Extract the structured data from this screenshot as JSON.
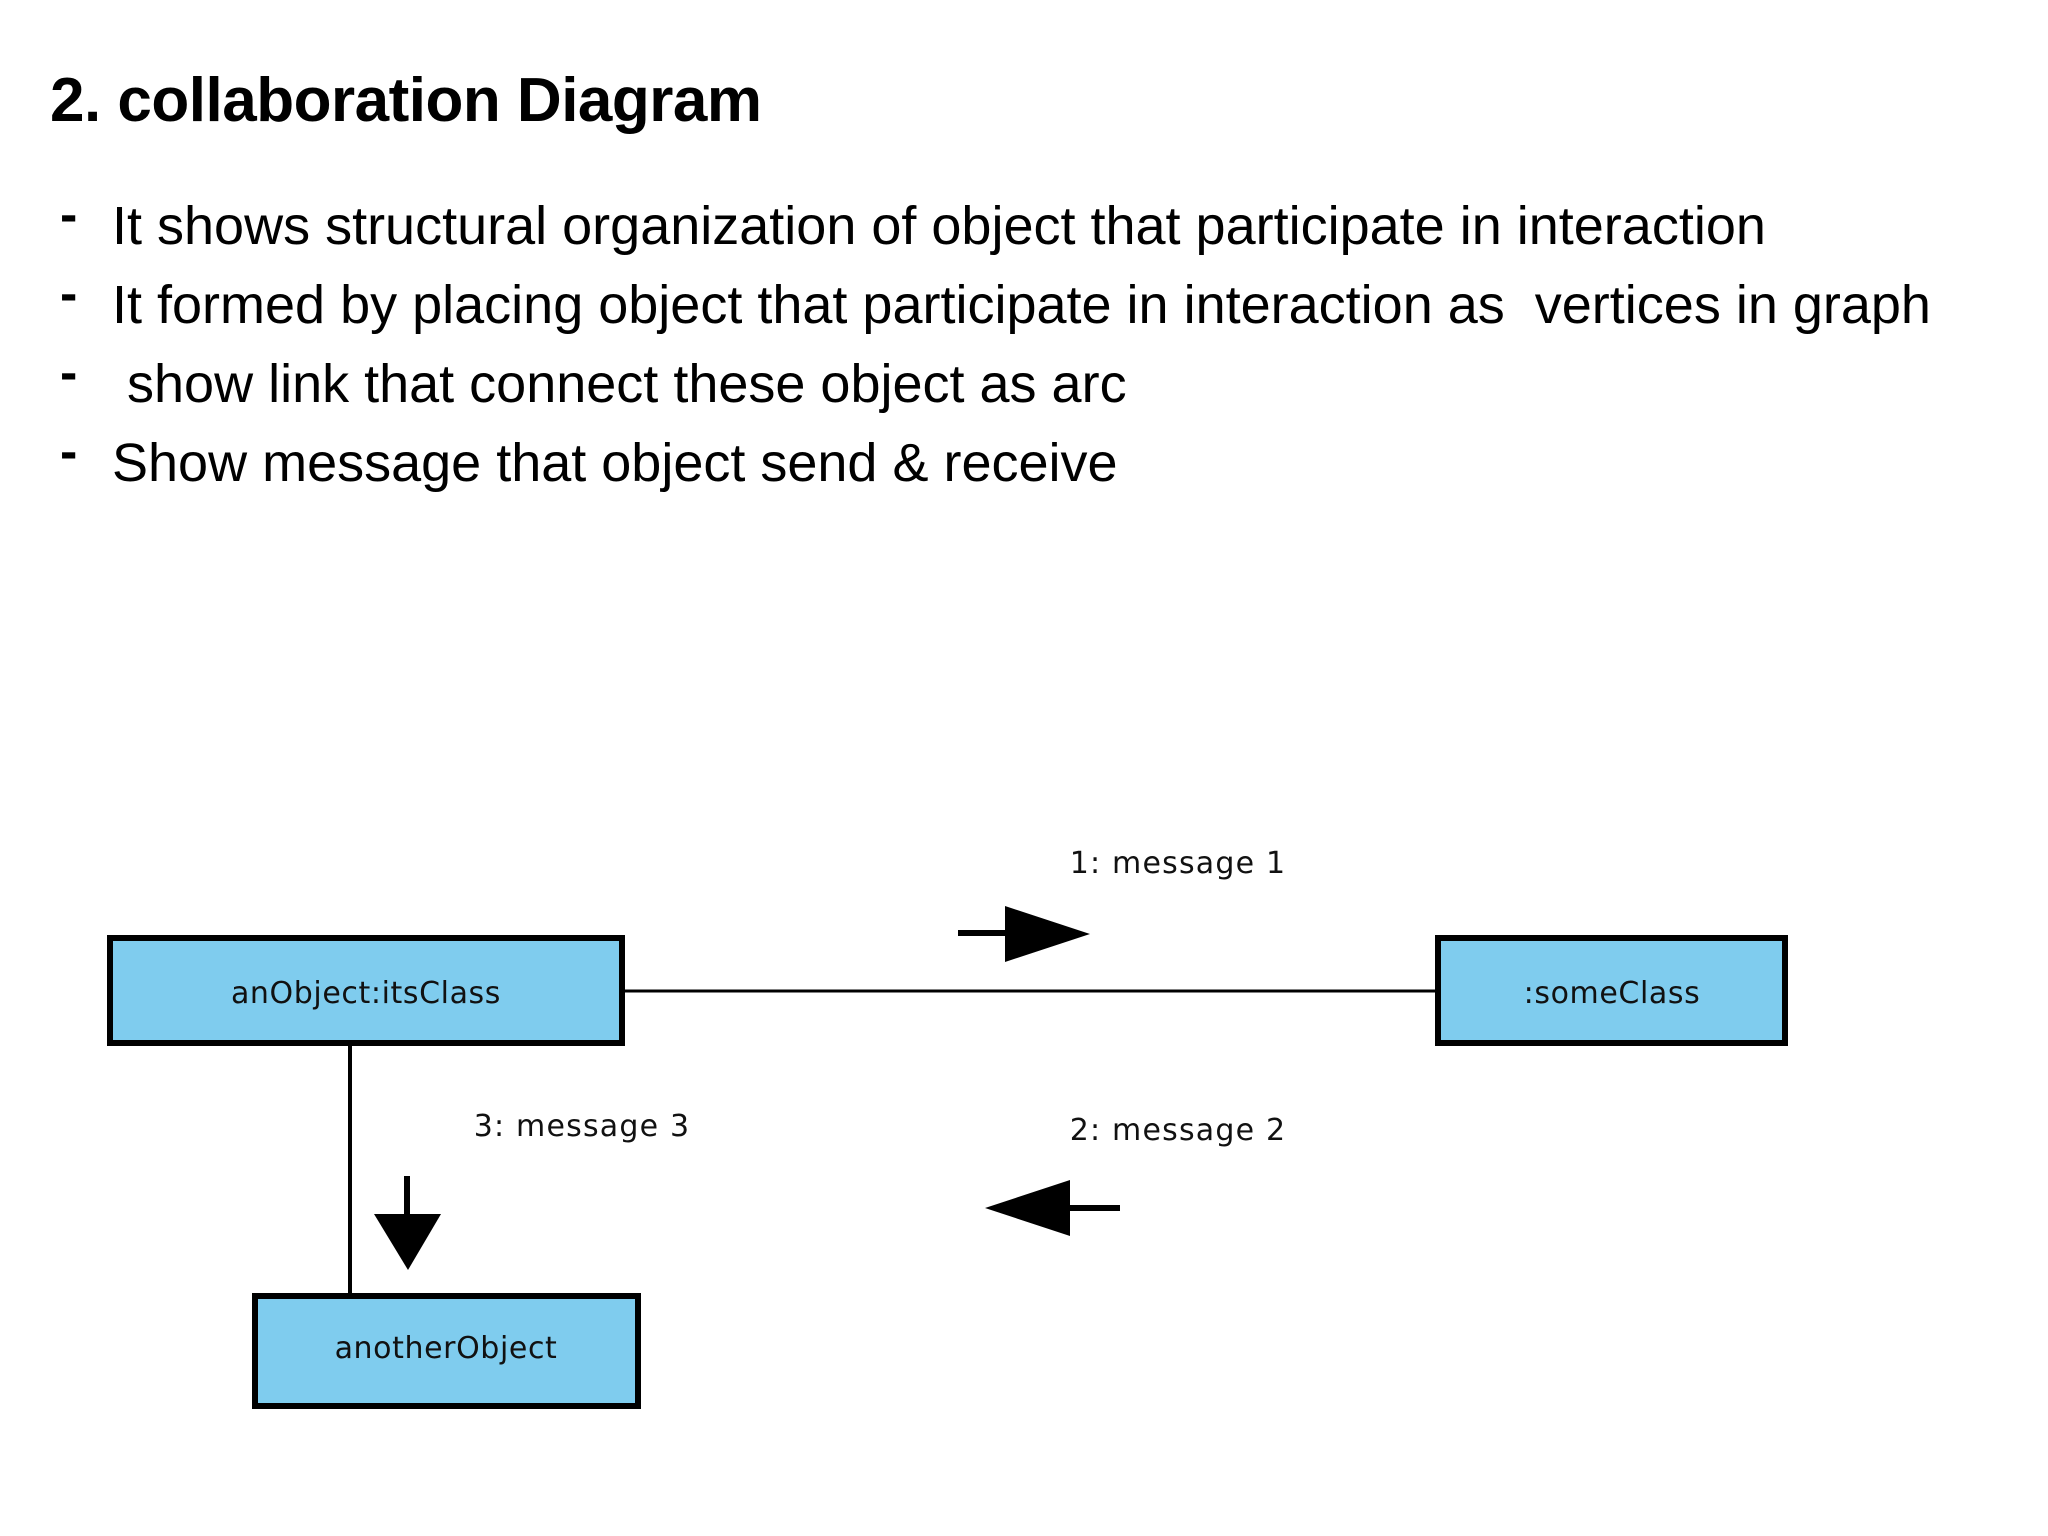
{
  "slide": {
    "title": "2. collaboration Diagram",
    "bullet_marker": "-",
    "bullets": [
      {
        "text": "It shows structural organization of object that participate in interaction"
      },
      {
        "text": "It formed by placing object that participate in interaction as  vertices in graph"
      },
      {
        "text": " show link that connect these object as arc"
      },
      {
        "text": "Show message that object send & receive"
      }
    ]
  },
  "diagram": {
    "type": "uml-collaboration-diagram",
    "colors": {
      "node_fill": "#7FCCEE",
      "node_border": "#000000",
      "link": "#000000",
      "text": "#111111"
    },
    "nodes": [
      {
        "id": "anObject",
        "label": "anObject:itsClass"
      },
      {
        "id": "someClass",
        "label": ":someClass"
      },
      {
        "id": "anotherObject",
        "label": "anotherObject"
      }
    ],
    "messages": [
      {
        "id": "m1",
        "label": "1: message 1",
        "direction": "right",
        "from": "anObject",
        "to": "someClass"
      },
      {
        "id": "m2",
        "label": "2: message 2",
        "direction": "left",
        "from": "someClass",
        "to": "anObject"
      },
      {
        "id": "m3",
        "label": "3: message 3",
        "direction": "down",
        "from": "anObject",
        "to": "anotherObject"
      }
    ],
    "links": [
      {
        "from": "anObject",
        "to": "someClass"
      },
      {
        "from": "anObject",
        "to": "anotherObject"
      }
    ]
  }
}
